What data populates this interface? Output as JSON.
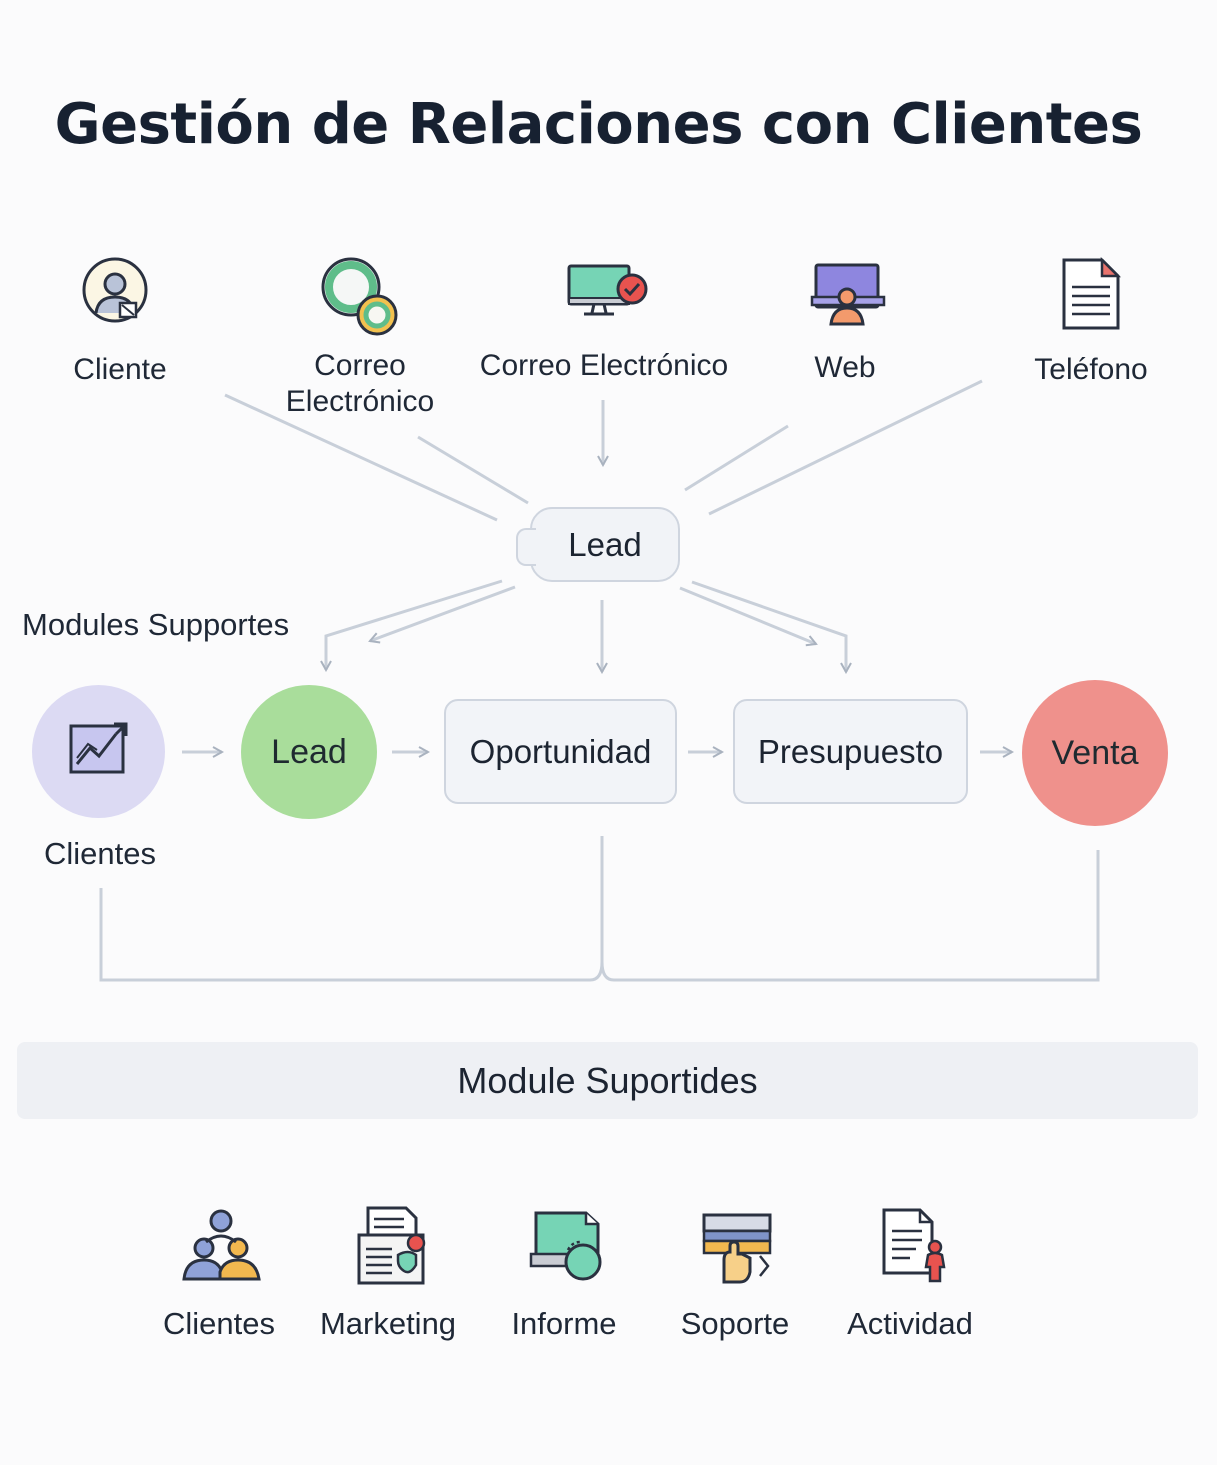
{
  "title": "Gestión de Relaciones con Clientes",
  "channels": [
    {
      "label": "Cliente",
      "icon": "user-icon"
    },
    {
      "label": "Correo\nElectrónico",
      "icon": "email-rings-icon"
    },
    {
      "label": "Correo Electrónico",
      "icon": "monitor-check-icon"
    },
    {
      "label": "Web",
      "icon": "web-user-icon"
    },
    {
      "label": "Teléfono",
      "icon": "document-icon"
    }
  ],
  "lead_hub": "Lead",
  "section_label": "Modules Supportes",
  "pipeline": [
    {
      "label": "",
      "icon": "chart-icon",
      "caption": "Clientes",
      "color": "#dcdaf3"
    },
    {
      "label": "Lead",
      "color": "#a9dd9b"
    },
    {
      "label": "Oportunidad"
    },
    {
      "label": "Presupuesto"
    },
    {
      "label": "Venta",
      "color": "#ef918c"
    }
  ],
  "banner": "Module Suportides",
  "modules": [
    {
      "label": "Clientes",
      "icon": "users-group-icon"
    },
    {
      "label": "Marketing",
      "icon": "marketing-doc-icon"
    },
    {
      "label": "Informe",
      "icon": "report-icon"
    },
    {
      "label": "Soporte",
      "icon": "support-hand-icon"
    },
    {
      "label": "Actividad",
      "icon": "activity-doc-icon"
    }
  ],
  "colors": {
    "line": "#c3cbd6",
    "arrow": "#a9b2bf",
    "text": "#1d2533"
  }
}
